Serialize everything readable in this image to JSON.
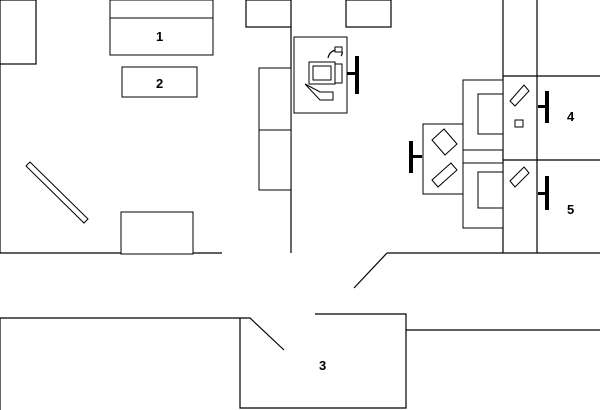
{
  "labels": {
    "area_1": "1",
    "area_2": "2",
    "area_3": "3",
    "area_4": "4",
    "area_5": "5"
  },
  "colors": {
    "line": "#000000",
    "background": "#ffffff"
  }
}
